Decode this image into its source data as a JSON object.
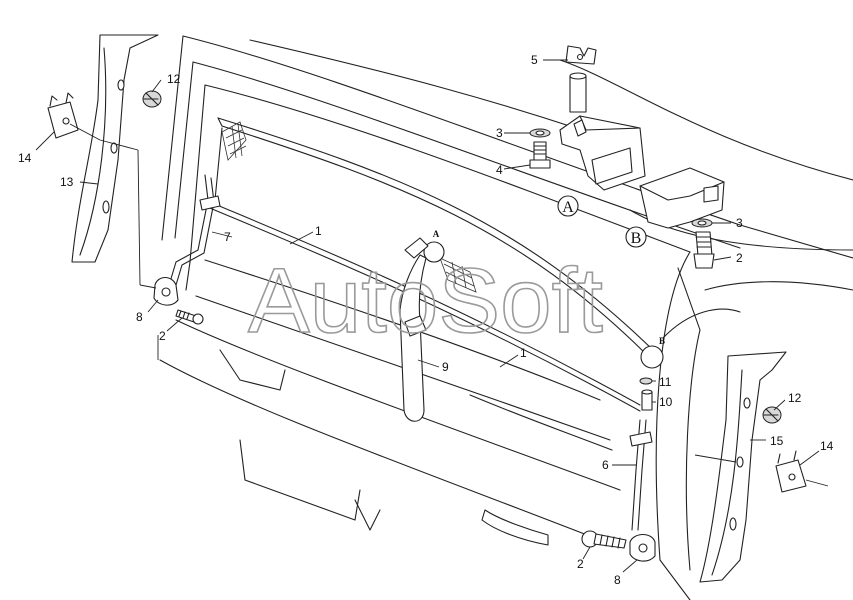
{
  "watermark": "AutoSoft",
  "detail_labels": {
    "a_large": "A",
    "b_large": "B",
    "a_small": "A",
    "b_small": "B"
  },
  "callouts": {
    "p1_upper": "1",
    "p1_lower": "1",
    "p2_left": "2",
    "p2_bottom": "2",
    "p2_detail_b": "2",
    "p3_detail_a": "3",
    "p3_detail_b": "3",
    "p4": "4",
    "p5": "5",
    "p6": "6",
    "p7": "7",
    "p8_left": "8",
    "p8_bottom": "8",
    "p9": "9",
    "p10": "10",
    "p11": "11",
    "p12_left": "12",
    "p12_right": "12",
    "p13": "13",
    "p14_left": "14",
    "p14_right": "14",
    "p15": "15"
  },
  "colors": {
    "line": "#222222",
    "watermark": "#9a9a9a",
    "background": "#ffffff"
  }
}
